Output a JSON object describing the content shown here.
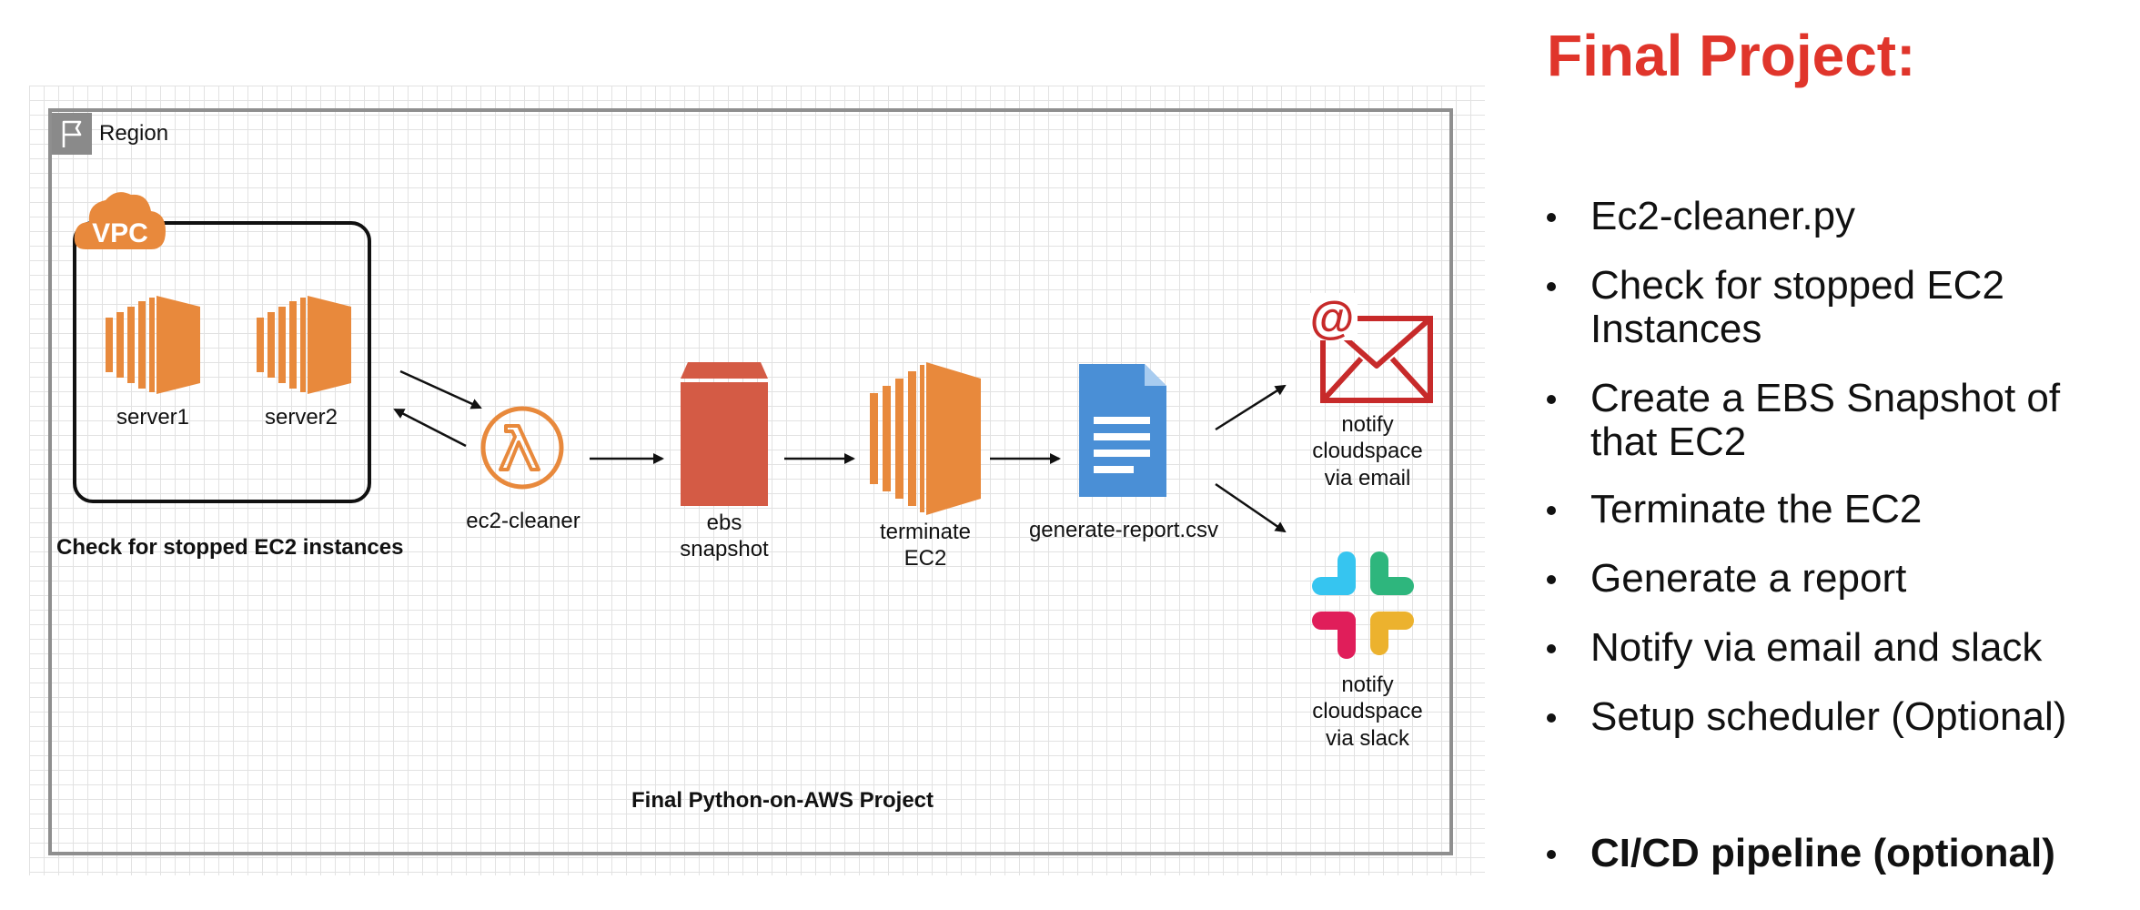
{
  "diagram": {
    "region_label": "Region",
    "vpc_label": "VPC",
    "nodes": {
      "server1": "server1",
      "server2": "server2",
      "ec2_cleaner": "ec2-cleaner",
      "ebs_snapshot": [
        "ebs",
        "snapshot"
      ],
      "terminate_ec2": [
        "terminate",
        "EC2"
      ],
      "generate_report": "generate-report.csv",
      "notify_email": [
        "notify",
        "cloudspace",
        "via email"
      ],
      "notify_slack": [
        "notify",
        "cloudspace",
        "via slack"
      ]
    },
    "check_label": "Check for stopped EC2 instances",
    "footer_label": "Final Python-on-AWS Project"
  },
  "panel": {
    "title": "Final Project:",
    "bullets": [
      "Ec2-cleaner.py",
      "Check for stopped EC2 Instances",
      "Create a EBS Snapshot of that EC2",
      "Terminate the EC2",
      "Generate a report",
      "Notify via email and slack",
      "Setup scheduler (Optional)",
      "CI/CD pipeline (optional)"
    ]
  },
  "colors": {
    "title_red": "#e0352b",
    "aws_orange": "#e8893c",
    "ebs_red": "#d45b45",
    "doc_blue": "#4a8fd6",
    "mail_red": "#c72a2a"
  }
}
